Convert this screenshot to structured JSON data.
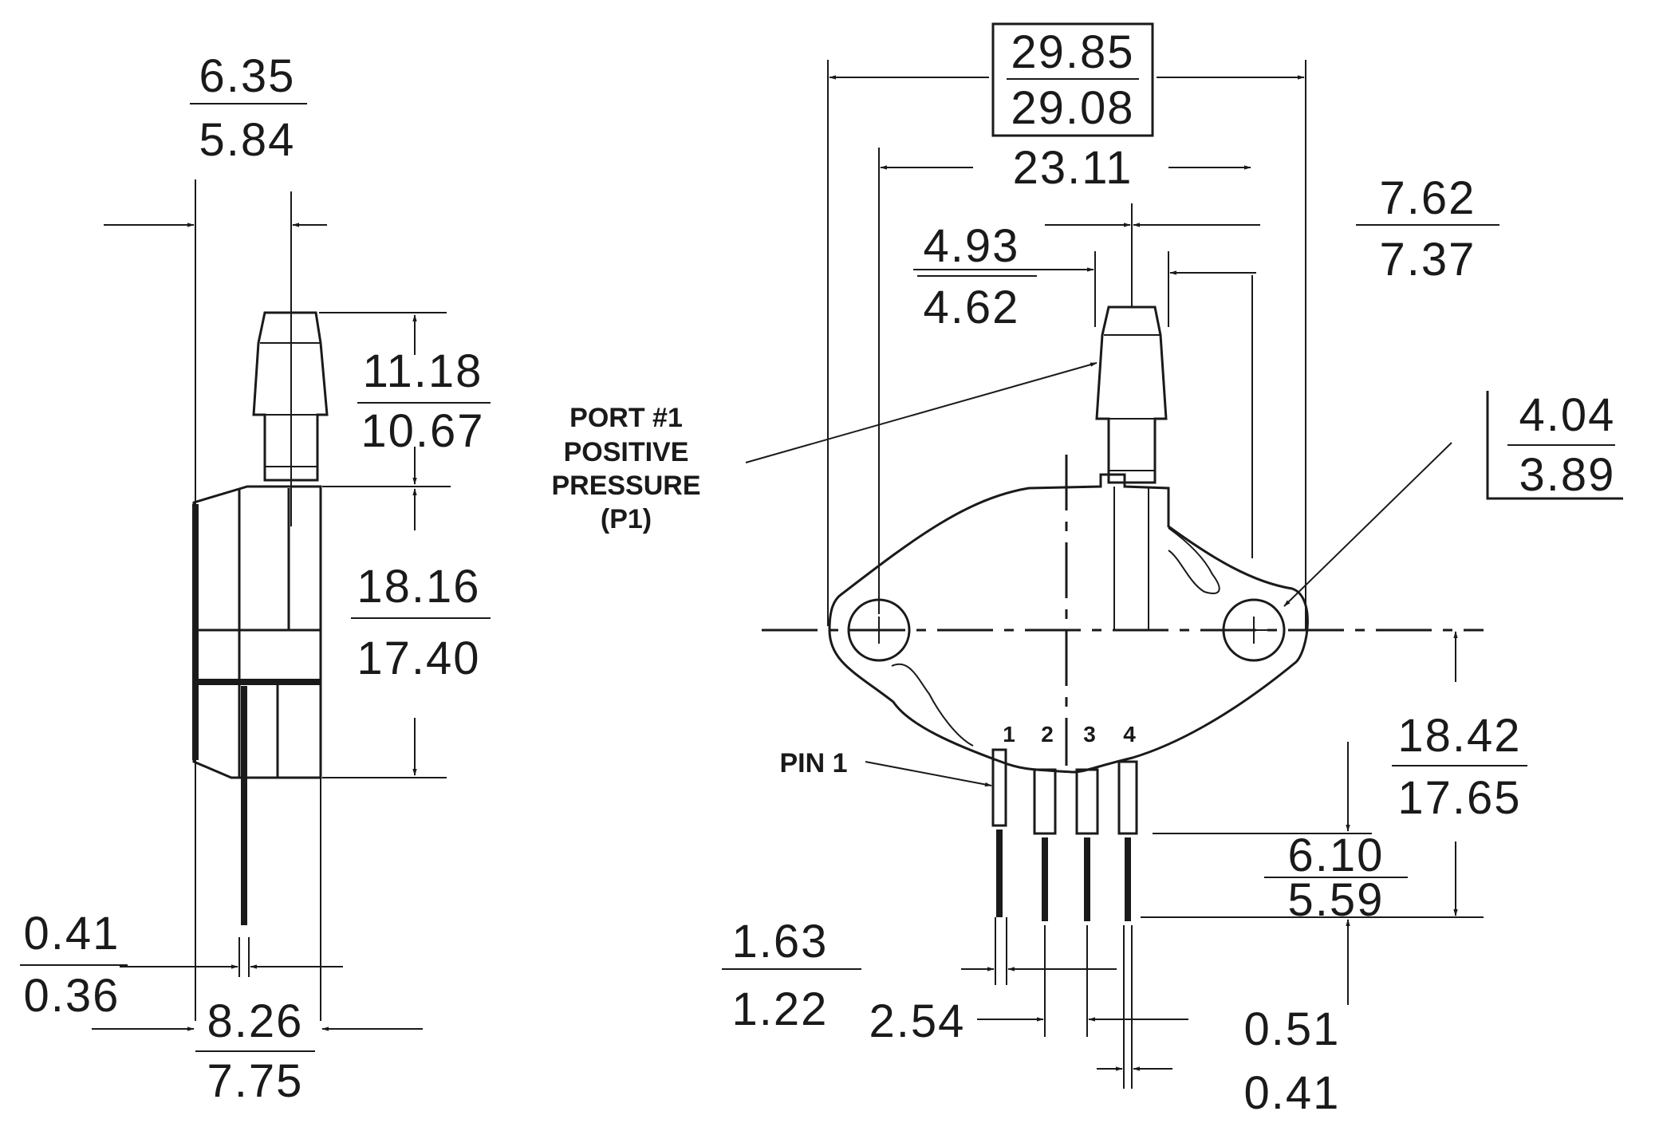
{
  "side_view": {
    "width_top": {
      "upper": "6.35",
      "lower": "5.84"
    },
    "port_height": {
      "upper": "11.18",
      "lower": "10.67"
    },
    "body_height": {
      "upper": "18.16",
      "lower": "17.40"
    },
    "pin_thickness": {
      "upper": "0.41",
      "lower": "0.36"
    },
    "overall_width": {
      "upper": "8.26",
      "lower": "7.75"
    }
  },
  "front_view": {
    "overall_length": {
      "upper": "29.85",
      "lower": "29.08"
    },
    "hole_spacing": "23.11",
    "port_offset": {
      "upper": "7.62",
      "lower": "7.37"
    },
    "port_diameter": {
      "upper": "4.93",
      "lower": "4.62"
    },
    "hole_diameter": {
      "upper": "4.04",
      "lower": "3.89"
    },
    "body_below_holes": {
      "upper": "18.42",
      "lower": "17.65"
    },
    "pin_length": {
      "upper": "6.10",
      "lower": "5.59"
    },
    "pin_width": {
      "upper": "1.63",
      "lower": "1.22"
    },
    "pin_pitch": "2.54",
    "pin_gap": {
      "upper": "0.51",
      "lower": "0.41"
    },
    "port_label": [
      "PORT #1",
      "POSITIVE",
      "PRESSURE",
      "(P1)"
    ],
    "pin1_label": "PIN 1",
    "pin_numbers": [
      "1",
      "2",
      "3",
      "4"
    ]
  }
}
